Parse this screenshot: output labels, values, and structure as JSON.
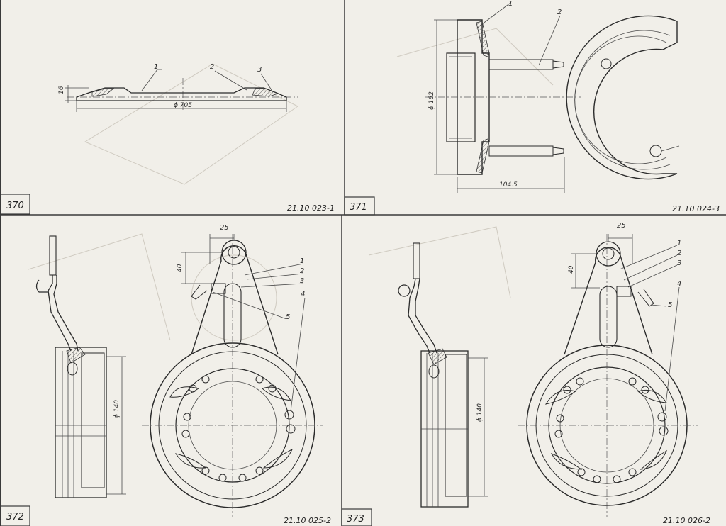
{
  "panels": [
    {
      "number": "370",
      "code": "21.10 023-1",
      "callouts": [
        "1",
        "2",
        "3"
      ],
      "dims": {
        "height": "16",
        "diameter": "ϕ 705"
      }
    },
    {
      "number": "371",
      "code": "21.10 024-3",
      "callouts": [
        "1",
        "2"
      ],
      "dims": {
        "diameter": "ϕ 162",
        "length": "104.5"
      }
    },
    {
      "number": "372",
      "code": "21.10 025-2",
      "callouts": [
        "1",
        "2",
        "3",
        "4",
        "5"
      ],
      "dims": {
        "offset_x": "25",
        "offset_y": "40",
        "diameter": "ϕ 140"
      }
    },
    {
      "number": "373",
      "code": "21.10 026-2",
      "callouts": [
        "1",
        "2",
        "3",
        "4",
        "5"
      ],
      "dims": {
        "offset_x": "25",
        "offset_y": "40",
        "diameter": "ϕ 140"
      }
    }
  ],
  "colors": {
    "paper": "#f1efe9",
    "ink": "#2b2b2b",
    "frame": "#3a3a3a"
  }
}
